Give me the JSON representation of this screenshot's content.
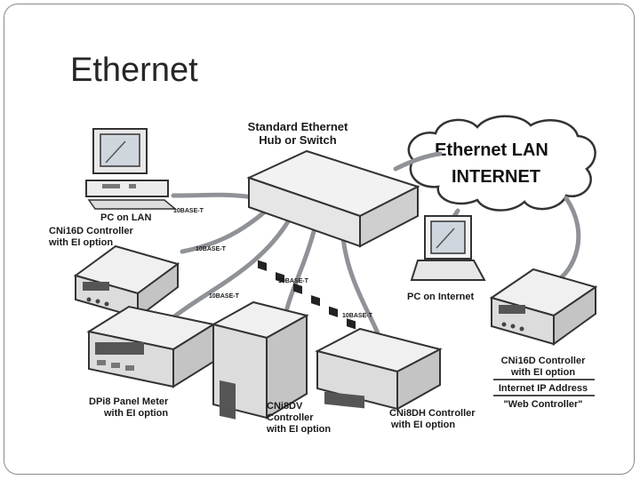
{
  "slide": {
    "title": "Ethernet"
  },
  "diagram": {
    "hub_label": [
      "Standard Ethernet",
      "Hub or Switch"
    ],
    "cloud_label": [
      "Ethernet LAN",
      "INTERNET"
    ],
    "pc_lan_label": "PC on LAN",
    "pc_internet_label": "PC on Internet",
    "cable_label": "10BASE-T",
    "cni16d_left_label": [
      "CNi16D Controller",
      "with EI option"
    ],
    "dpi8_label": [
      "DPi8 Panel Meter",
      "with EI option"
    ],
    "cni8dv_label": [
      "CNi8DV",
      "Controller",
      "with EI option"
    ],
    "cni8dh_label": [
      "CNi8DH Controller",
      "with EI option"
    ],
    "cni16d_right_label": [
      "CNi16D Controller",
      "with EI option"
    ],
    "internet_ip_label": "Internet IP Address",
    "web_controller_label": "\"Web Controller\""
  }
}
